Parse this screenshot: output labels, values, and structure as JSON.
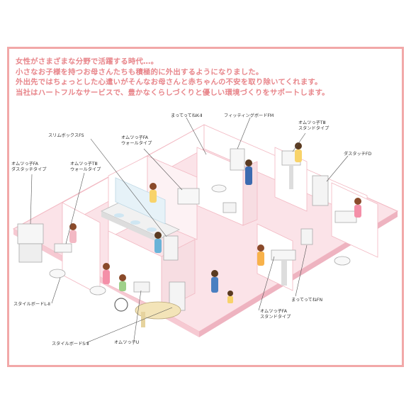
{
  "intro_lines": [
    "女性がさまざまな分野で活躍する時代…。",
    "小さなお子様を持つお母さんたちも積極的に外出するようになりました。",
    "外出先ではちょっとした心遣いがそんなお母さんと赤ちゃんの不安を取り除いてくれます。",
    "当社はハートフルなサービスで、豊かなくらしづくりと優しい環境づくりをサポートします。"
  ],
  "labels": {
    "mattetene_k2": "まってってねK-Ⅱ",
    "fitting_board": "フィッティングボードFM",
    "omutsu_t3_stand": [
      "オムツっ子TⅢ",
      "スタンドタイプ"
    ],
    "slim_box": "スリムボックスFS",
    "omutsu_fa_wall": [
      "オムツっ子FA",
      "ウォールタイプ"
    ],
    "omutsu_fa_dasutacchi": [
      "オムツっ子FA",
      "ダスタッチタイプ"
    ],
    "omutsu_t3_wall": [
      "オムツっ子TⅢ",
      "ウォールタイプ"
    ],
    "dasutacchi_fd": "ダスタッチFD",
    "style_board_l2": "スタイルボードL-Ⅱ",
    "mattetene_fn": "まってってねFN",
    "omutsu_fa_stand": [
      "オムツっ子FA",
      "スタンドタイプ"
    ],
    "style_board_s2": "スタイルボードS-Ⅱ",
    "omutsu_u": "オムツっ子U"
  },
  "colors": {
    "accent": "#e8868b",
    "frame": "#f2a8a8",
    "floor_pink": "#fbe3e8",
    "wall": "#ffffff",
    "wall_edge": "#f2b8c2",
    "label_text": "#333333"
  }
}
